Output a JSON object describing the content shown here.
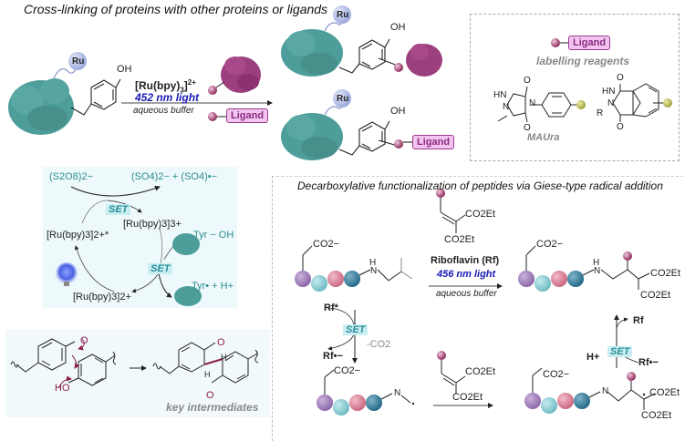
{
  "top": {
    "title": "Cross-linking of proteins with other proteins or ligands",
    "ru_label": "Ru",
    "oh_label": "OH",
    "catalyst": "[Ru(bpy)3]2+",
    "catalyst_main": "[Ru(bpy)",
    "catalyst_sub": "3",
    "catalyst_sup": "2+",
    "light": "452 nm light",
    "solvent": "aqueous buffer",
    "ligand": "Ligand"
  },
  "labelling_box": {
    "ligand": "Ligand",
    "title": "labelling reagents",
    "maura": "MAUra",
    "atoms": {
      "O": "O",
      "HN": "HN",
      "N": "N",
      "R": "R"
    }
  },
  "cycle": {
    "persulfate": "(S2O8)2−",
    "sulfates": "(SO4)2− + (SO4)•−",
    "ru_excited": "[Ru(bpy)3]2+*",
    "ru_3plus": "[Ru(bpy)3]3+",
    "ru_2plus": "[Ru(bpy)3]2+",
    "tyr_oh": "Tyr − OH",
    "tyr_radical": "Tyr• + H+",
    "set": "SET"
  },
  "intermediates": {
    "label": "key intermediates",
    "o_radical": "O",
    "ho": "HO",
    "o": "O",
    "h": "H"
  },
  "decarb": {
    "title": "Decarboxylative functionalization of peptides via Giese-type radical addition",
    "co2_minus": "CO2−",
    "co2et": "CO2Et",
    "catalyst": "Riboflavin (Rf)",
    "light": "456 nm light",
    "solvent": "aqueous buffer",
    "rf_star": "Rf*",
    "rf_radical": "Rf•−",
    "rf": "Rf",
    "minus_co2": "-CO2",
    "h_plus": "H+",
    "set": "SET",
    "nh": "H",
    "n": "N"
  },
  "colors": {
    "protein_teal": "#4d9e9a",
    "protein_magenta": "#9c3f7e",
    "ru_sphere": "#b8c3ea",
    "ligand_fill": "#f2c4ef",
    "ligand_border": "#9b3a8e",
    "bead_purple": "#9a78b4",
    "bead_cyan": "#7ec6cc",
    "bead_pink": "#d87a92",
    "bead_blue": "#2f7a98",
    "light_blue_text": "#1a1ab8",
    "teal_text": "#2a8c8c",
    "bond_magenta": "#8a2050"
  }
}
